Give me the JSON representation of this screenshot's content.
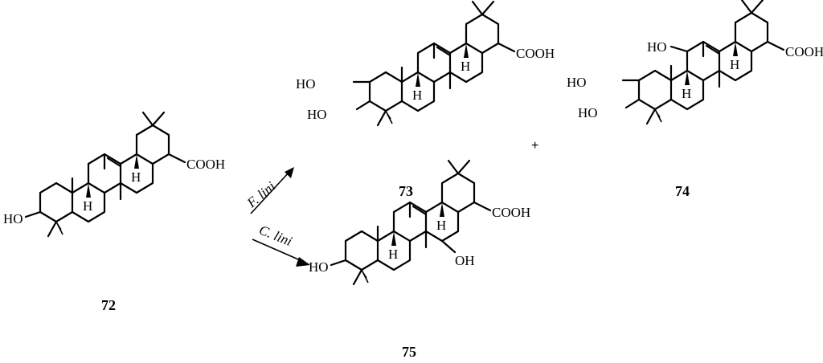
{
  "scheme": {
    "plus_sign": "+",
    "arrows": [
      {
        "reagent": "F. lini"
      },
      {
        "reagent": "C. lini"
      }
    ],
    "compounds": [
      {
        "id": "72",
        "label": "72",
        "groups": {
          "oh3": "HO",
          "h9": "H",
          "h18": "H",
          "acid": "COOH"
        }
      },
      {
        "id": "73",
        "label": "73",
        "groups": {
          "oh2": "HO",
          "oh3": "HO",
          "h9": "H",
          "h18": "H",
          "acid": "COOH"
        }
      },
      {
        "id": "74",
        "label": "74",
        "groups": {
          "oh11": "HO",
          "oh2": "HO",
          "oh3": "HO",
          "h9": "H",
          "h18": "H",
          "acid": "COOH"
        }
      },
      {
        "id": "75",
        "label": "75",
        "groups": {
          "oh3": "HO",
          "oh7": "OH",
          "h9": "H",
          "h18": "H",
          "acid": "COOH"
        }
      }
    ]
  }
}
